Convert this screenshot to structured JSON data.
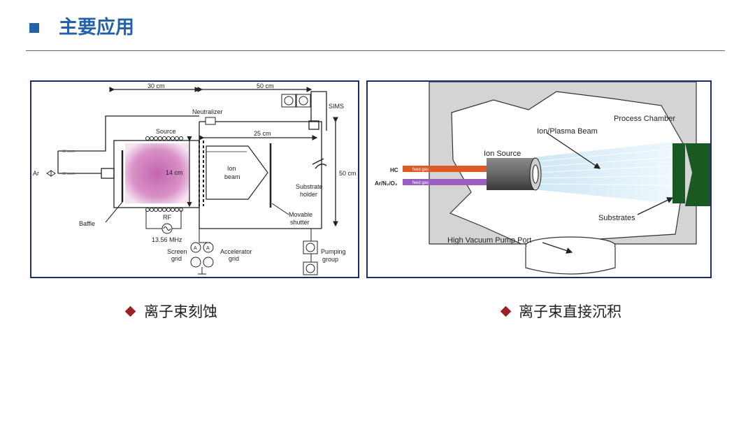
{
  "header": {
    "title": "主要应用"
  },
  "etching": {
    "dim_30": "30 cm",
    "dim_50_top": "50 cm",
    "sims": "SIMS",
    "neutralizer": "Neutralizer",
    "source": "Source",
    "dim_25": "25 cm",
    "dim_14": "14 cm",
    "ion_beam_1": "Ion",
    "ion_beam_2": "beam",
    "substrate_holder_1": "Substrate",
    "substrate_holder_2": "holder",
    "dim_50_side": "50 cm",
    "ar": "Ar",
    "flow_1": "30 sccm",
    "flow_2": "30 sccm",
    "baffle": "Baffle",
    "rf": "RF",
    "rf_freq": "13.56 MHz",
    "movable_shutter_1": "Movable",
    "movable_shutter_2": "shutter",
    "screen_grid_1": "Screen",
    "screen_grid_2": "grid",
    "accelerator_grid_1": "Accelerator",
    "accelerator_grid_2": "grid",
    "pumping_group_1": "Pumping",
    "pumping_group_2": "group",
    "meter_a": "A"
  },
  "deposition": {
    "process_chamber": "Process Chamber",
    "ion_plasma_beam": "Ion/Plasma Beam",
    "ion_source": "Ion Source",
    "hc": "HC",
    "ar_n2_o2": "Ar/N₂/O₂",
    "feed_gas": "feed gas",
    "substrates": "Substrates",
    "pump_port": "High Vacuum Pump Port"
  },
  "captions": {
    "left": "离子束刻蚀",
    "right": "离子束直接沉积"
  },
  "colors": {
    "title_blue": "#2462a8",
    "bullet_red": "#9a2224",
    "panel_border": "#1c2c6c",
    "plasma_pink": "#c465ae",
    "substrate_green": "#1a5a22"
  }
}
